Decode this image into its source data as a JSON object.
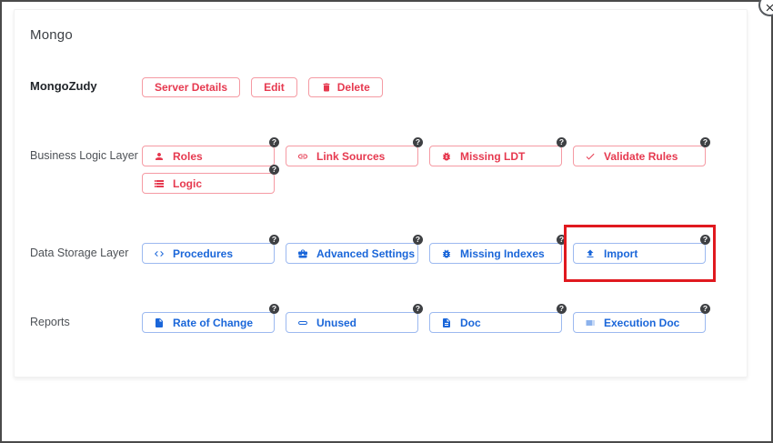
{
  "modal": {
    "title": "Mongo",
    "close_icon": "close-icon"
  },
  "ui": {
    "help_badge": "?"
  },
  "colors": {
    "red_text": "#e6394f",
    "red_border": "#f59aa3",
    "blue_text": "#1a66d9",
    "blue_border": "#9cb9f0",
    "badge_bg": "#3e4043",
    "highlight_rect": "#e0191f"
  },
  "server": {
    "name": "MongoZudy",
    "actions": [
      {
        "label": "Server Details"
      },
      {
        "label": "Edit"
      },
      {
        "label": "Delete",
        "icon": "trash-icon"
      }
    ]
  },
  "sections": [
    {
      "label": "Business Logic Layer",
      "color": "red",
      "buttons": [
        {
          "label": "Roles",
          "icon": "person-icon"
        },
        {
          "label": "Link Sources",
          "icon": "link-icon"
        },
        {
          "label": "Missing LDT",
          "icon": "bug-icon"
        },
        {
          "label": "Validate Rules",
          "icon": "check-icon"
        },
        {
          "label": "Logic",
          "icon": "storage-icon"
        }
      ]
    },
    {
      "label": "Data Storage Layer",
      "color": "blue",
      "buttons": [
        {
          "label": "Procedures",
          "icon": "code-icon"
        },
        {
          "label": "Advanced Settings",
          "icon": "briefcase-icon"
        },
        {
          "label": "Missing Indexes",
          "icon": "bug-icon"
        },
        {
          "label": "Import",
          "icon": "upload-icon",
          "highlighted": true
        }
      ]
    },
    {
      "label": "Reports",
      "color": "blue",
      "buttons": [
        {
          "label": "Rate of Change",
          "icon": "file-icon"
        },
        {
          "label": "Unused",
          "icon": "pill-icon"
        },
        {
          "label": "Doc",
          "icon": "doc-icon"
        },
        {
          "label": "Execution Doc",
          "icon": "list-icon"
        }
      ]
    }
  ]
}
